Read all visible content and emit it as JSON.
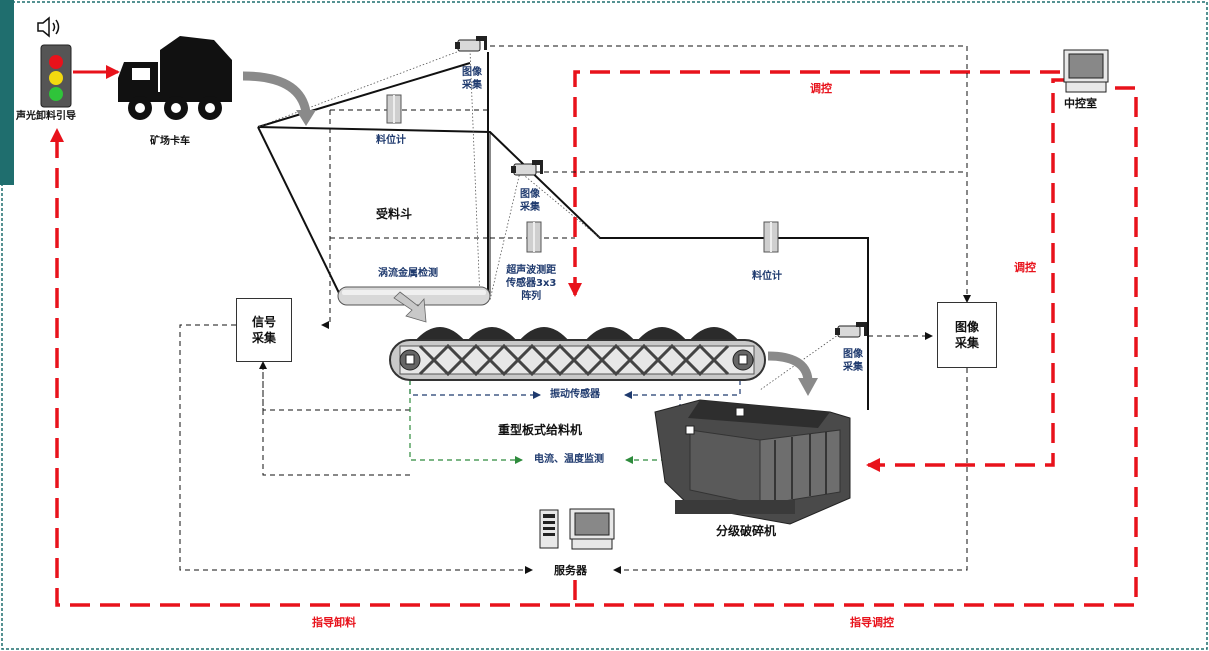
{
  "labels": {
    "signal_light": "声光卸料引导",
    "truck": "矿场卡车",
    "level_meter_top": "料位计",
    "image_cam_top": "图像\n采集",
    "image_cam_mid": "图像\n采集",
    "image_cam_right": "图像\n采集",
    "hopper": "受料斗",
    "eddy_metal": "涡流金属检测",
    "ultrasonic": "超声波测距\n传感器3x3\n阵列",
    "level_meter_right": "料位计",
    "signal_collect": "信号\n采集",
    "image_collect": "图像\n采集",
    "vibration": "振动传感器",
    "feeder": "重型板式给料机",
    "current_temp": "电流、温度监测",
    "crusher": "分级破碎机",
    "server": "服务器",
    "control_room": "中控室",
    "regulate_top": "调控",
    "regulate_right": "调控",
    "guide_unload": "指导卸料",
    "guide_regulate": "指导调控"
  },
  "colors": {
    "red_dashed": "#e8121b",
    "navy": "#1f3a6e",
    "green_dashed": "#2e8b3c",
    "teal_corner": "#1f6e6e",
    "black": "#111111"
  },
  "icons": [
    "speaker-icon",
    "traffic-light-icon",
    "dump-truck-icon",
    "camera-icon",
    "level-sensor-icon",
    "conveyor-icon",
    "crusher-icon",
    "server-icon",
    "computer-icon"
  ]
}
